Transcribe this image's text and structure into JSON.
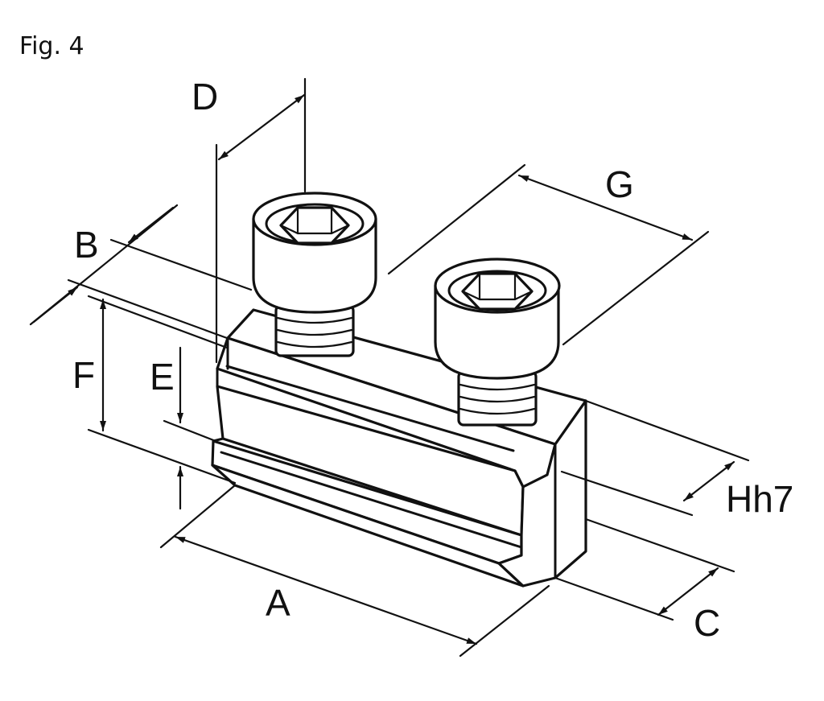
{
  "caption": "Fig. 4",
  "dimensions": {
    "A": "A",
    "B": "B",
    "C": "C",
    "D": "D",
    "E": "E",
    "F": "F",
    "G": "G",
    "H": "Hh7"
  }
}
